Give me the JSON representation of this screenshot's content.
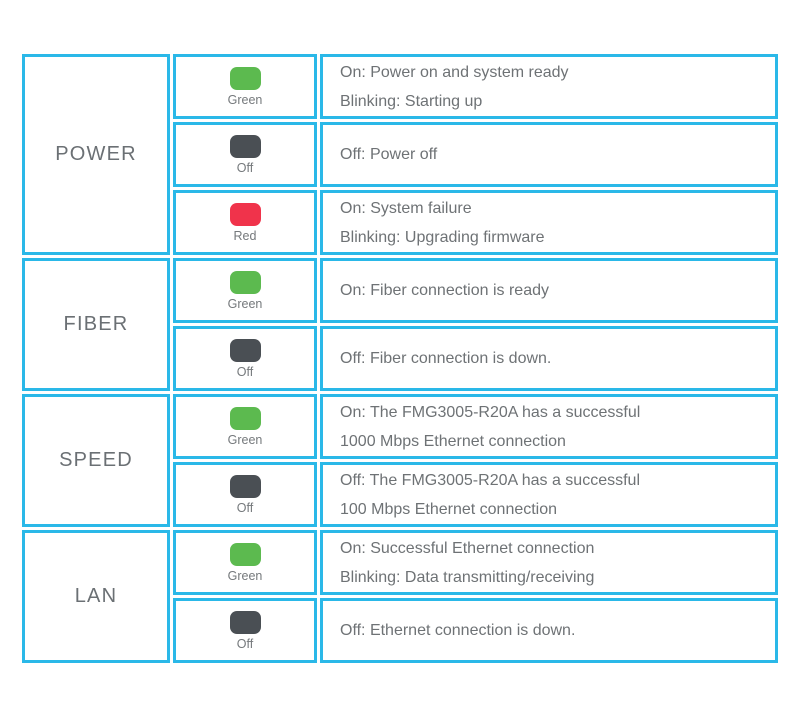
{
  "colors": {
    "border": "#2ab8e8",
    "green": "#5cba4f",
    "red": "#f0334b",
    "off": "#4a4f54",
    "text": "#6e7275"
  },
  "table": {
    "groups": [
      {
        "name": "POWER",
        "rows": [
          {
            "led": "green",
            "led_label": "Green",
            "line1": "On: Power on and system ready",
            "line2": "Blinking: Starting up"
          },
          {
            "led": "off",
            "led_label": "Off",
            "line1": "Off: Power off",
            "line2": ""
          },
          {
            "led": "red",
            "led_label": "Red",
            "line1": "On: System failure",
            "line2": "Blinking: Upgrading firmware"
          }
        ]
      },
      {
        "name": "FIBER",
        "rows": [
          {
            "led": "green",
            "led_label": "Green",
            "line1": "On: Fiber connection is ready",
            "line2": ""
          },
          {
            "led": "off",
            "led_label": "Off",
            "line1": "Off: Fiber connection is down.",
            "line2": ""
          }
        ]
      },
      {
        "name": "SPEED",
        "rows": [
          {
            "led": "green",
            "led_label": "Green",
            "line1": "On: The FMG3005-R20A has a successful",
            "line2": "1000 Mbps Ethernet connection"
          },
          {
            "led": "off",
            "led_label": "Off",
            "line1": "Off: The FMG3005-R20A has a successful",
            "line2": "100 Mbps Ethernet connection"
          }
        ]
      },
      {
        "name": "LAN",
        "rows": [
          {
            "led": "green",
            "led_label": "Green",
            "line1": "On: Successful  Ethernet connection",
            "line2": "Blinking: Data transmitting/receiving"
          },
          {
            "led": "off",
            "led_label": "Off",
            "line1": "Off: Ethernet connection is down.",
            "line2": ""
          }
        ]
      }
    ]
  }
}
